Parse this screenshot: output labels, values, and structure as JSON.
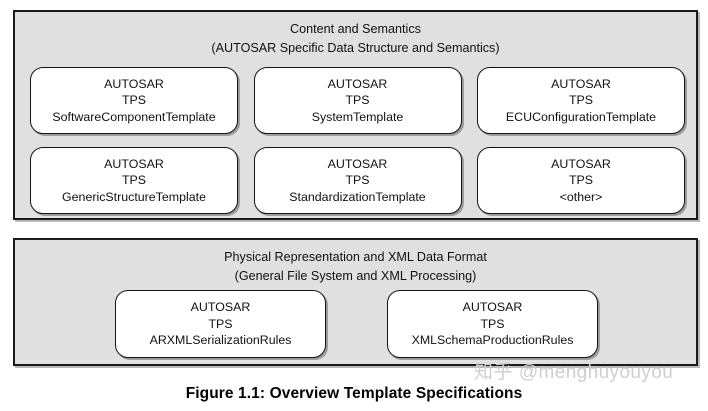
{
  "figure": {
    "caption": "Figure 1.1: Overview Template Specifications",
    "watermark_logo": "知乎",
    "watermark_user": "@menghuyouyou",
    "background_color": "#ffffff",
    "panel_color": "#e0e0e0",
    "box_color": "#ffffff",
    "border_color": "#1a1a1a"
  },
  "sections": [
    {
      "id": "content-and-semantics",
      "title": "Content and Semantics",
      "subtitle": "(AUTOSAR Specific Data Structure and Semantics)",
      "rows": [
        {
          "id": "row-1",
          "boxes": [
            {
              "line1": "AUTOSAR",
              "line2": "TPS",
              "line3": "SoftwareComponentTemplate"
            },
            {
              "line1": "AUTOSAR",
              "line2": "TPS",
              "line3": "SystemTemplate"
            },
            {
              "line1": "AUTOSAR",
              "line2": "TPS",
              "line3": "ECUConfigurationTemplate"
            }
          ]
        },
        {
          "id": "row-2",
          "boxes": [
            {
              "line1": "AUTOSAR",
              "line2": "TPS",
              "line3": "GenericStructureTemplate"
            },
            {
              "line1": "AUTOSAR",
              "line2": "TPS",
              "line3": "StandardizationTemplate"
            },
            {
              "line1": "AUTOSAR",
              "line2": "TPS",
              "line3": "<other>"
            }
          ]
        }
      ]
    },
    {
      "id": "physical-representation",
      "title": "Physical Representation and XML Data Format",
      "subtitle": "(General File System and XML Processing)",
      "rows": [
        {
          "id": "row-3",
          "boxes": [
            {
              "line1": "AUTOSAR",
              "line2": "TPS",
              "line3": "ARXMLSerializationRules"
            },
            {
              "line1": "AUTOSAR",
              "line2": "TPS",
              "line3": "XMLSchemaProductionRules"
            }
          ]
        }
      ]
    }
  ]
}
